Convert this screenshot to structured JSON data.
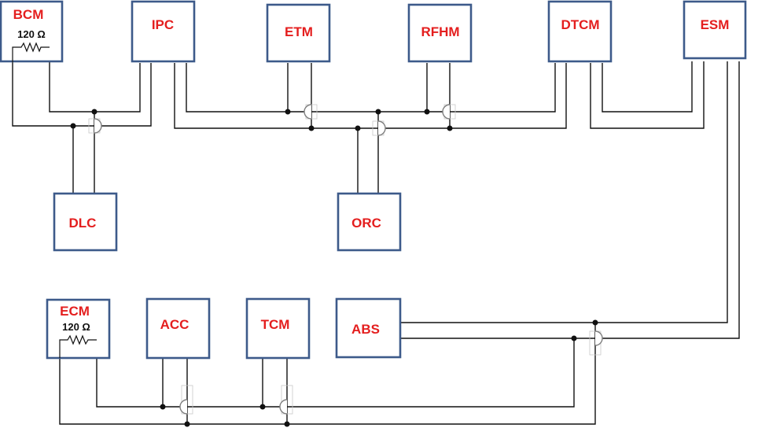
{
  "modules": {
    "bcm": "BCM",
    "ipc": "IPC",
    "etm": "ETM",
    "rfhm": "RFHM",
    "dtcm": "DTCM",
    "esm": "ESM",
    "dlc": "DLC",
    "orc": "ORC",
    "ecm": "ECM",
    "acc": "ACC",
    "tcm": "TCM",
    "abs": "ABS"
  },
  "terminators": {
    "bcm": "120 Ω",
    "ecm": "120 Ω"
  },
  "colors": {
    "box_border": "#3d5a8a",
    "module_text": "#e41e1e",
    "wire": "#111111",
    "crossover": "#7f7f7f"
  }
}
